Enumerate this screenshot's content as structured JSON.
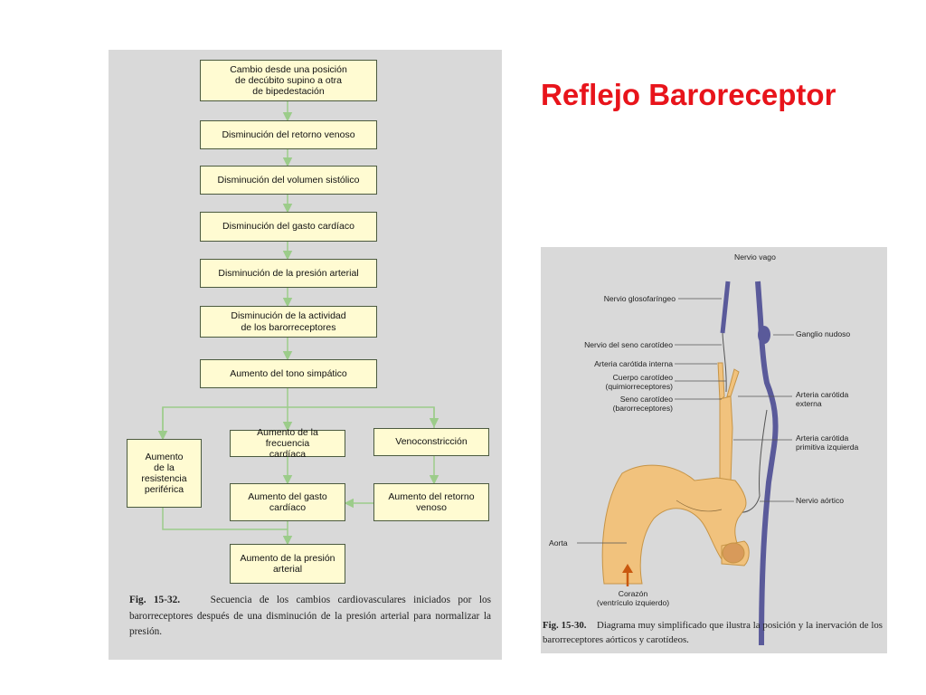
{
  "title": "Reflejo Baroreceptor",
  "flowchart": {
    "boxes": {
      "b1": "Cambio desde una posición\nde decúbito supino a otra\nde bipedestación",
      "b2": "Disminución del retorno venoso",
      "b3": "Disminución del volumen sistólico",
      "b4": "Disminución del gasto cardíaco",
      "b5": "Disminución de la presión arterial",
      "b6": "Disminución de la actividad\nde los barorreceptores",
      "b7": "Aumento del tono simpático",
      "b8": "Aumento\nde la resistencia\nperiférica",
      "b9": "Aumento de la frecuencia\ncardíaca",
      "b10": "Venoconstricción",
      "b11": "Aumento del gasto\ncardíaco",
      "b12": "Aumento del retorno\nvenoso",
      "b13": "Aumento de la presión\narterial"
    },
    "caption": {
      "fig": "Fig. 15-32.",
      "text": "Secuencia de los cambios cardiovasculares iniciados por los barorreceptores después de una disminución de la presión arterial para normalizar la presión."
    }
  },
  "anatomy": {
    "labels": {
      "nervio_vago": "Nervio vago",
      "glosofaringeo": "Nervio glosofaríngeo",
      "ganglio": "Ganglio nudoso",
      "seno_nervio": "Nervio del seno carotídeo",
      "carotida_interna": "Arteria carótida interna",
      "cuerpo": "Cuerpo carotídeo\n(quimiorreceptores)",
      "seno": "Seno carotídeo\n(barorreceptores)",
      "carotida_externa": "Arteria carótida\nexterna",
      "carotida_primitiva": "Arteria carótida\nprimitiva izquierda",
      "aortico": "Nervio aórtico",
      "aorta": "Aorta",
      "corazon": "Corazón\n(ventrículo izquierdo)"
    },
    "caption": {
      "fig": "Fig. 15-30.",
      "text": "Diagrama muy simplificado que ilustra la posición y la inervación de los barorreceptores aórticos y carotídeos."
    }
  }
}
